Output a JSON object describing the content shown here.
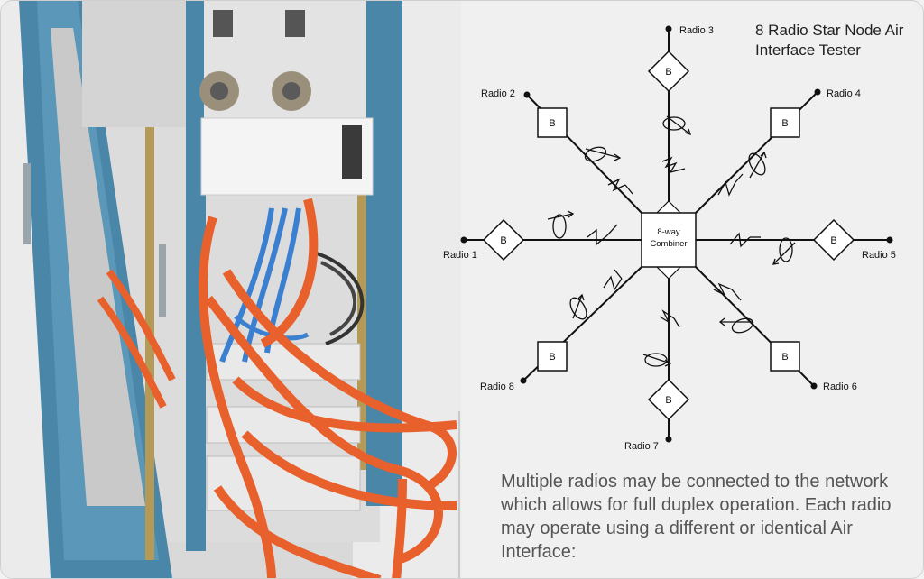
{
  "title": "8 Radio Star Node Air Interface Tester",
  "caption": "Multiple radios may be connected to the network which allows for full duplex operation. Each radio may operate using a different or identical Air Interface:",
  "combiner": {
    "line1": "8-way",
    "line2": "Combiner"
  },
  "block_label": "B",
  "radios": [
    {
      "id": "radio-1",
      "label": "Radio 1"
    },
    {
      "id": "radio-2",
      "label": "Radio 2"
    },
    {
      "id": "radio-3",
      "label": "Radio 3"
    },
    {
      "id": "radio-4",
      "label": "Radio 4"
    },
    {
      "id": "radio-5",
      "label": "Radio 5"
    },
    {
      "id": "radio-6",
      "label": "Radio 6"
    },
    {
      "id": "radio-7",
      "label": "Radio 7"
    },
    {
      "id": "radio-8",
      "label": "Radio 8"
    }
  ],
  "colors": {
    "rack_frame": "#4a86a8",
    "cable_orange": "#e8602c",
    "cable_blue": "#3b7fd0",
    "background": "#f0f0f0"
  }
}
